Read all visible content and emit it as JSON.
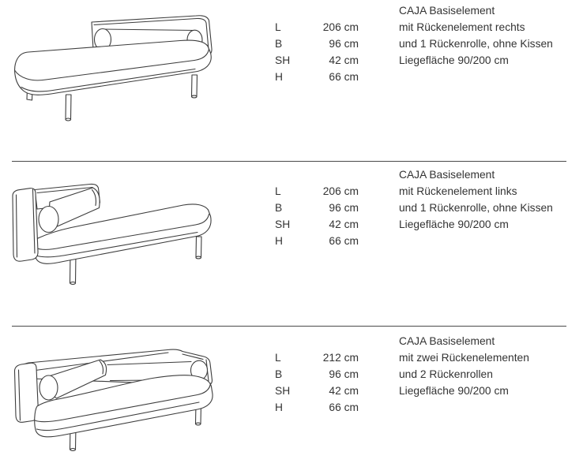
{
  "page": {
    "background": "#ffffff",
    "text_color": "#333333",
    "drawing_line_color": "#3d3d3d",
    "divider_color": "#4a4a4a"
  },
  "products": [
    {
      "title": "CAJA Basiselement",
      "dims": [
        {
          "label": "L",
          "value": "206 cm"
        },
        {
          "label": "B",
          "value": "96 cm"
        },
        {
          "label": "SH",
          "value": "42 cm"
        },
        {
          "label": "H",
          "value": "66 cm"
        }
      ],
      "desc": [
        "mit Rückenelement rechts",
        "und 1 Rückenrolle, ohne Kissen",
        "Liegefläche 90/200 cm"
      ],
      "drawing": "daybed-backrest-right"
    },
    {
      "title": "CAJA Basiselement",
      "dims": [
        {
          "label": "L",
          "value": "206 cm"
        },
        {
          "label": "B",
          "value": "96 cm"
        },
        {
          "label": "SH",
          "value": "42 cm"
        },
        {
          "label": "H",
          "value": "66 cm"
        }
      ],
      "desc": [
        "mit Rückenelement links",
        "und 1 Rückenrolle, ohne Kissen",
        "Liegefläche 90/200 cm"
      ],
      "drawing": "daybed-backrest-left"
    },
    {
      "title": "CAJA Basiselement",
      "dims": [
        {
          "label": "L",
          "value": "212 cm"
        },
        {
          "label": "B",
          "value": "96 cm"
        },
        {
          "label": "SH",
          "value": "42 cm"
        },
        {
          "label": "H",
          "value": "66 cm"
        }
      ],
      "desc": [
        "mit zwei Rückenelementen",
        "und 2 Rückenrollen",
        "Liegefläche 90/200 cm"
      ],
      "drawing": "sofa-two-backrests"
    }
  ]
}
